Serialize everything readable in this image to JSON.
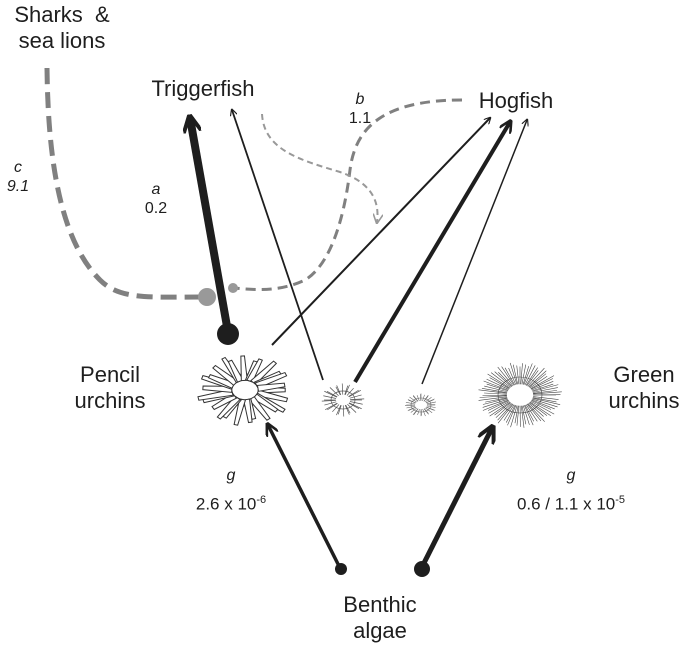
{
  "nodes": {
    "sharks": {
      "line1": "Sharks  &",
      "line2": "sea lions"
    },
    "triggerfish": "Triggerfish",
    "hogfish": "Hogfish",
    "pencil": {
      "line1": "Pencil",
      "line2": "urchins"
    },
    "green": {
      "line1": "Green",
      "line2": "urchins"
    },
    "algae": {
      "line1": "Benthic",
      "line2": "algae"
    }
  },
  "params": {
    "a": {
      "letter": "a",
      "value": "0.2"
    },
    "b": {
      "letter": "b",
      "value": "1.1"
    },
    "c": {
      "letter": "c",
      "value": "9.1"
    },
    "g_pencil": {
      "letter": "g",
      "base": "2.6 x 10",
      "exp": "-6"
    },
    "g_green": {
      "letter": "g",
      "base": "0.6 / 1.1 x 10",
      "exp": "-5"
    }
  },
  "colors": {
    "strong": "#1e1e1e",
    "dashed": "#808080",
    "dashed_light": "#999999"
  }
}
